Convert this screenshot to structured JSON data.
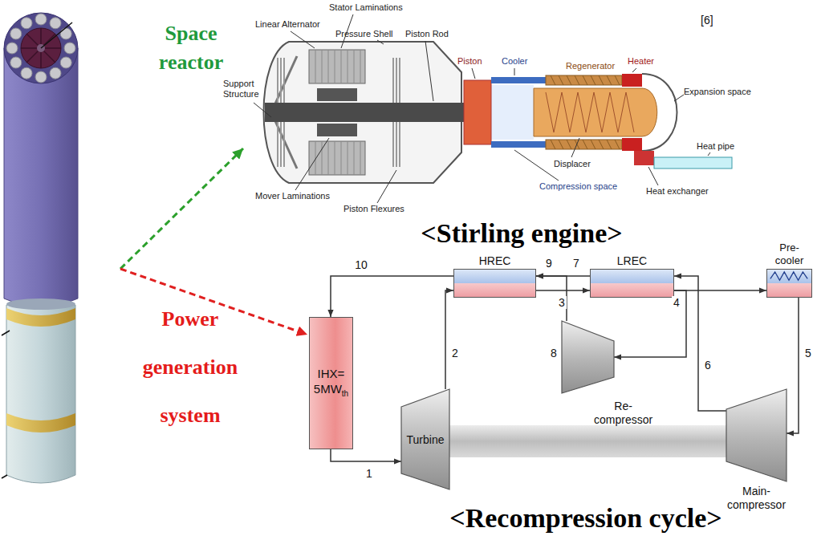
{
  "diagram": {
    "nodes": [
      {
        "text": [
          "HREC"
        ]
      },
      {
        "text": [
          "LREC"
        ]
      },
      {
        "text": [
          "Pre- cooler"
        ]
      },
      {
        "text": [
          "IHX=",
          "5MW",
          "th"
        ]
      },
      {
        "text": [
          "Re- compressor"
        ]
      },
      {
        "text": [
          "Turbine"
        ]
      },
      {
        "text": [
          "Main- compressor"
        ]
      }
    ],
    "edges": [
      {
        "from": 3,
        "to": 5,
        "arrow": "to",
        "label": "1"
      },
      {
        "from": 5,
        "to": 0,
        "arrow": "to",
        "label": "2"
      },
      {
        "from": 0,
        "to": 1,
        "arrow": "to",
        "label": "3"
      },
      {
        "from": 1,
        "to": 2,
        "arrow": "to",
        "label": "4"
      },
      {
        "from": 1,
        "to": 4,
        "arrow": "to"
      },
      {
        "from": 2,
        "to": 6,
        "arrow": "to",
        "label": "5"
      },
      {
        "from": 6,
        "to": 1,
        "arrow": "to",
        "label": "6"
      },
      {
        "from": 1,
        "to": 0,
        "arrow": "to",
        "label": "7"
      },
      {
        "from": 4,
        "to": 0,
        "arrow": "to",
        "label": "8"
      },
      {
        "from": 0,
        "to": 3,
        "arrow": "to",
        "label": "10"
      }
    ],
    "labels": [
      "Space reactor",
      "Power generation system",
      "[6]",
      "Stator Laminations",
      "Linear Alternator",
      "Pressure Shell",
      "Piston Rod",
      "Piston",
      "Cooler",
      "Regenerator",
      "Heater",
      "Expansion space",
      "Heat pipe",
      "Support Structure",
      "Mover Laminations",
      "Piston Flexures",
      "Displacer",
      "Compression space",
      "Heat exchanger",
      "<Stirling engine>",
      "9",
      "<Recompression cycle>"
    ]
  }
}
